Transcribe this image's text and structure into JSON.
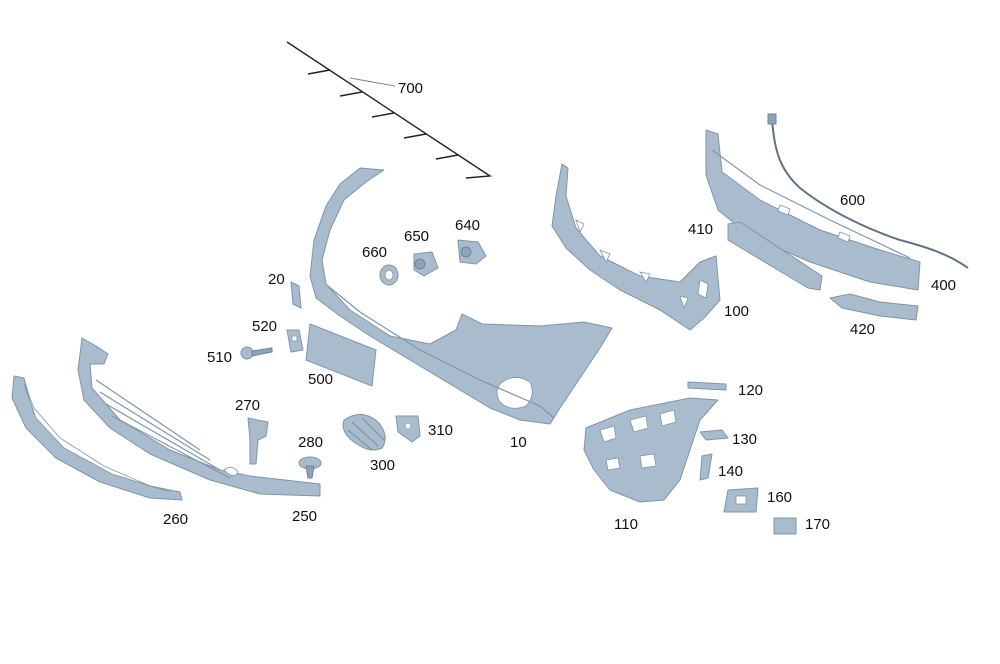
{
  "diagram": {
    "background": "#ffffff",
    "part_color": "#a9bccd",
    "labels": [
      "700",
      "600",
      "410",
      "400",
      "420",
      "100",
      "640",
      "650",
      "660",
      "20",
      "520",
      "510",
      "500",
      "120",
      "130",
      "140",
      "160",
      "170",
      "110",
      "10",
      "270",
      "280",
      "310",
      "300",
      "260",
      "250"
    ]
  }
}
